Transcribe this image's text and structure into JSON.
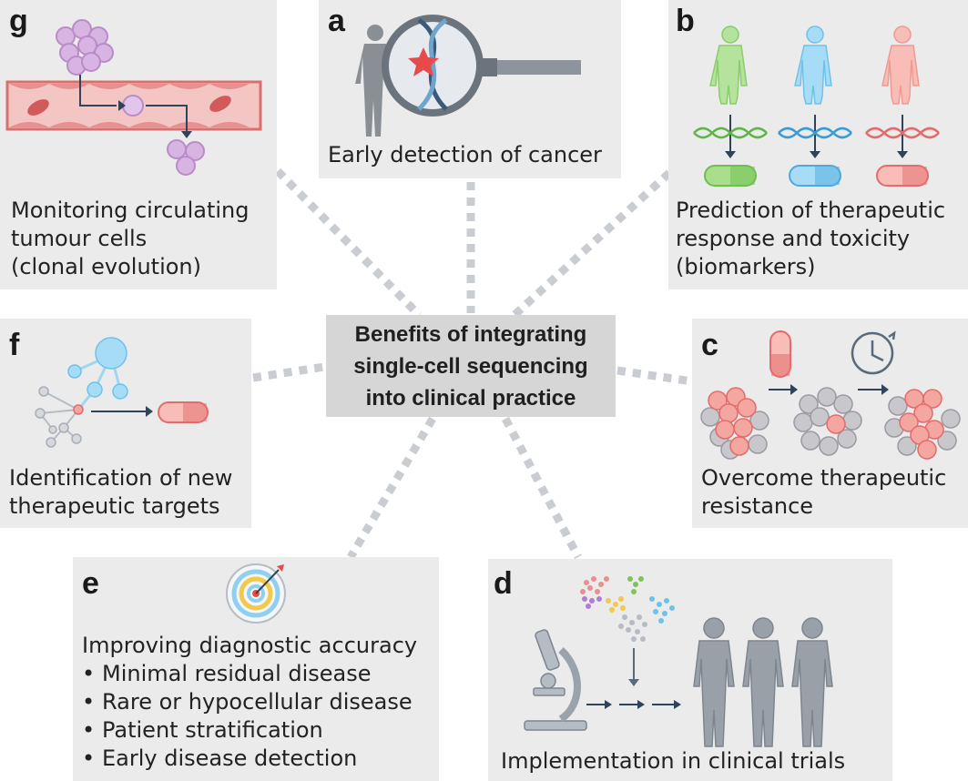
{
  "center_title": "Benefits of integrating\nsingle-cell sequencing\ninto clinical practice",
  "panels": {
    "a": {
      "letter": "a",
      "caption": "Early detection of cancer"
    },
    "b": {
      "letter": "b",
      "caption": "Prediction of therapeutic\nresponse and toxicity\n(biomarkers)"
    },
    "c": {
      "letter": "c",
      "caption": "Overcome therapeutic\nresistance"
    },
    "d": {
      "letter": "d",
      "caption": "Implementation in clinical trials"
    },
    "e": {
      "letter": "e",
      "caption": "Improving diagnostic accuracy",
      "bullets": [
        "Minimal residual disease",
        "Rare or hypocellular disease",
        "Patient stratification",
        "Early disease detection"
      ]
    },
    "f": {
      "letter": "f",
      "caption": "Identification of new\ntherapeutic targets"
    },
    "g": {
      "letter": "g",
      "caption": "Monitoring circulating\ntumour cells\n(clonal evolution)"
    }
  },
  "colors": {
    "panel_bg": "#ebebeb",
    "center_bg": "#d6d6d6",
    "connector": "#c9cdd2",
    "cancer_red": "#f08a8a",
    "cell_purple": "#d8b4e2",
    "cell_grey": "#c8c8cc",
    "green": "#9ed67f",
    "blue": "#8fd0f2",
    "pink": "#f4a6a0",
    "human_grey": "#8a8f96"
  }
}
